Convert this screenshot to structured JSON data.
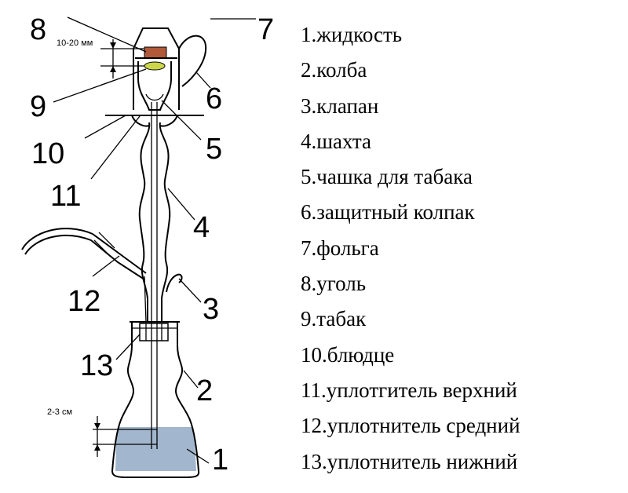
{
  "colors": {
    "line": "#000000",
    "liquid": "#a2b6cd",
    "coal": "#b05a3a",
    "tobacco": "#ccd64a"
  },
  "dimensions": {
    "top_gap": "10-20 мм",
    "bottom_gap": "2-3 см"
  },
  "callout_numbers": [
    "1",
    "2",
    "3",
    "4",
    "5",
    "6",
    "7",
    "8",
    "9",
    "10",
    "11",
    "12",
    "13"
  ],
  "legend": [
    "1.жидкость",
    "2.колба",
    "3.клапан",
    "4.шахта",
    "5.чашка для табака",
    "6.защитный колпак",
    "7.фольга",
    "8.уголь",
    "9.табак",
    "10.блюдце",
    "11.уплотгитель верхний",
    "12.уплотнитель средний",
    "13.уплотнитель нижний"
  ]
}
